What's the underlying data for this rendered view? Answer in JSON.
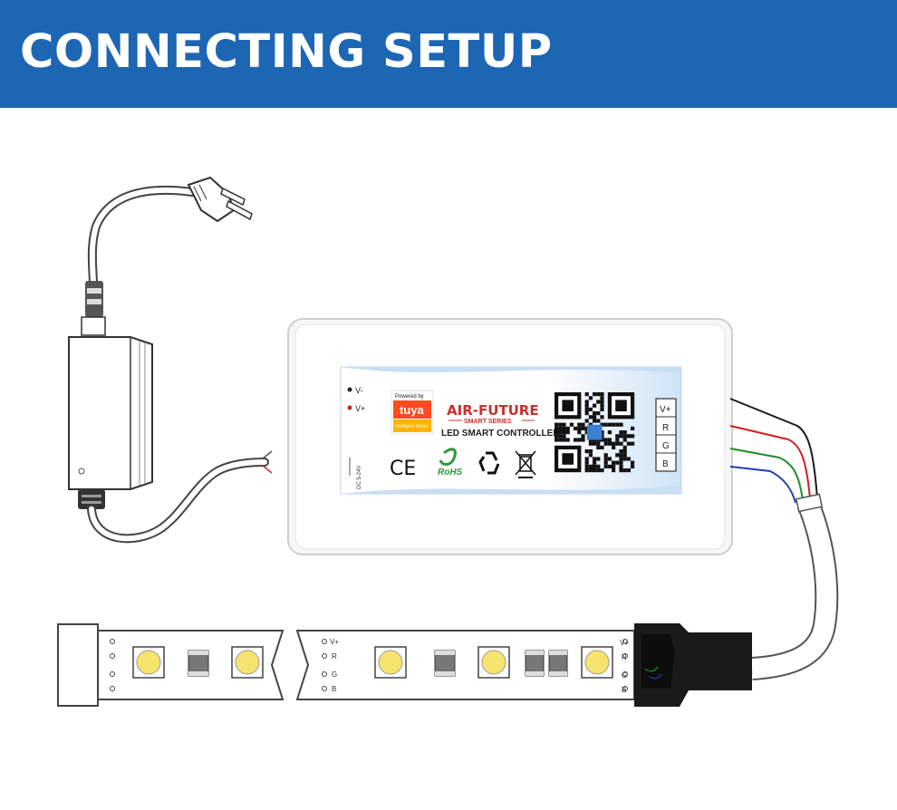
{
  "banner": {
    "title": "CONNECTING SETUP",
    "color": "#1d66b3"
  },
  "controller": {
    "powered_by": "Powered by",
    "tuya_logo": "tuya",
    "tuya_sub": "Intelligent Smart",
    "brand": "AIR-FUTURE",
    "series": "SMART SERIES",
    "product": "LED SMART CONTROLLER",
    "ce_mark": "CE",
    "rohs_mark": "RoHS",
    "recycle_icon": "recycle-icon",
    "bin_icon": "crossed-bin-icon",
    "qr_icon": "qr-code-icon",
    "input_labels": [
      "V-",
      "V+"
    ],
    "dc_label": "DC 5-24V",
    "terminals": [
      "V+",
      "R",
      "G",
      "B"
    ]
  },
  "strip": {
    "pin_labels": [
      "V+",
      "R",
      "G",
      "B"
    ],
    "end_pin_labels": [
      "V+",
      "R",
      "G",
      "B"
    ]
  },
  "colors": {
    "wire_black": "#1a1a1a",
    "wire_red": "#d42020",
    "wire_green": "#1f8f2a",
    "wire_blue": "#1f3fb0",
    "led_yellow": "#f7e46e"
  }
}
